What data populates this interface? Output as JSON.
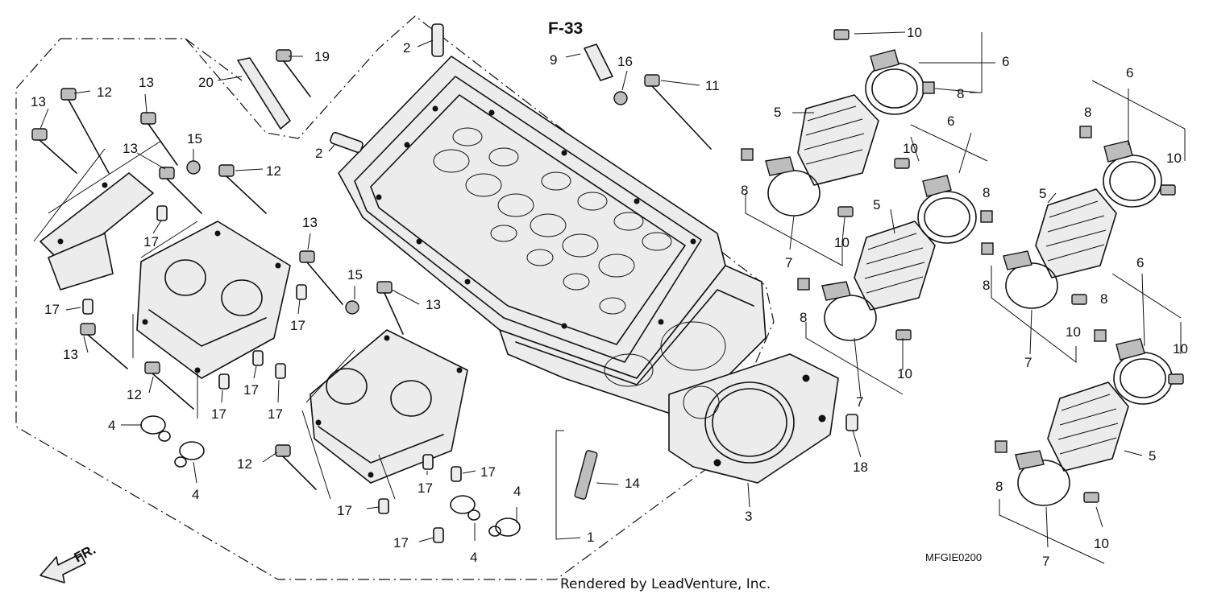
{
  "diagram": {
    "reference": "F-33",
    "drawing_code": "MFGIE0200",
    "credit": "Rendered by LeadVenture, Inc.",
    "direction_mark": "FR."
  },
  "callouts": [
    {
      "id": "c1",
      "text": "1"
    },
    {
      "id": "c2a",
      "text": "2"
    },
    {
      "id": "c2b",
      "text": "2"
    },
    {
      "id": "c3",
      "text": "3"
    },
    {
      "id": "c4a",
      "text": "4"
    },
    {
      "id": "c4b",
      "text": "4"
    },
    {
      "id": "c4c",
      "text": "4"
    },
    {
      "id": "c4d",
      "text": "4"
    },
    {
      "id": "c5a",
      "text": "5"
    },
    {
      "id": "c5b",
      "text": "5"
    },
    {
      "id": "c5c",
      "text": "5"
    },
    {
      "id": "c5d",
      "text": "5"
    },
    {
      "id": "c6a",
      "text": "6"
    },
    {
      "id": "c6b",
      "text": "6"
    },
    {
      "id": "c6c",
      "text": "6"
    },
    {
      "id": "c6d",
      "text": "6"
    },
    {
      "id": "c7a",
      "text": "7"
    },
    {
      "id": "c7b",
      "text": "7"
    },
    {
      "id": "c7c",
      "text": "7"
    },
    {
      "id": "c7d",
      "text": "7"
    },
    {
      "id": "c8a",
      "text": "8"
    },
    {
      "id": "c8b",
      "text": "8"
    },
    {
      "id": "c8c",
      "text": "8"
    },
    {
      "id": "c8d",
      "text": "8"
    },
    {
      "id": "c8e",
      "text": "8"
    },
    {
      "id": "c8f",
      "text": "8"
    },
    {
      "id": "c8g",
      "text": "8"
    },
    {
      "id": "c8h",
      "text": "8"
    },
    {
      "id": "c9",
      "text": "9"
    },
    {
      "id": "c10a",
      "text": "10"
    },
    {
      "id": "c10b",
      "text": "10"
    },
    {
      "id": "c10c",
      "text": "10"
    },
    {
      "id": "c10d",
      "text": "10"
    },
    {
      "id": "c10e",
      "text": "10"
    },
    {
      "id": "c10f",
      "text": "10"
    },
    {
      "id": "c10g",
      "text": "10"
    },
    {
      "id": "c10h",
      "text": "10"
    },
    {
      "id": "c11",
      "text": "11"
    },
    {
      "id": "c12a",
      "text": "12"
    },
    {
      "id": "c12b",
      "text": "12"
    },
    {
      "id": "c12c",
      "text": "12"
    },
    {
      "id": "c12d",
      "text": "12"
    },
    {
      "id": "c13a",
      "text": "13"
    },
    {
      "id": "c13b",
      "text": "13"
    },
    {
      "id": "c13c",
      "text": "13"
    },
    {
      "id": "c13d",
      "text": "13"
    },
    {
      "id": "c13e",
      "text": "13"
    },
    {
      "id": "c13f",
      "text": "13"
    },
    {
      "id": "c14",
      "text": "14"
    },
    {
      "id": "c15a",
      "text": "15"
    },
    {
      "id": "c15b",
      "text": "15"
    },
    {
      "id": "c16",
      "text": "16"
    },
    {
      "id": "c17a",
      "text": "17"
    },
    {
      "id": "c17b",
      "text": "17"
    },
    {
      "id": "c17c",
      "text": "17"
    },
    {
      "id": "c17d",
      "text": "17"
    },
    {
      "id": "c17e",
      "text": "17"
    },
    {
      "id": "c17f",
      "text": "17"
    },
    {
      "id": "c17g",
      "text": "17"
    },
    {
      "id": "c17h",
      "text": "17"
    },
    {
      "id": "c17i",
      "text": "17"
    },
    {
      "id": "c17j",
      "text": "17"
    },
    {
      "id": "c18",
      "text": "18"
    },
    {
      "id": "c19",
      "text": "19"
    },
    {
      "id": "c20",
      "text": "20"
    }
  ]
}
